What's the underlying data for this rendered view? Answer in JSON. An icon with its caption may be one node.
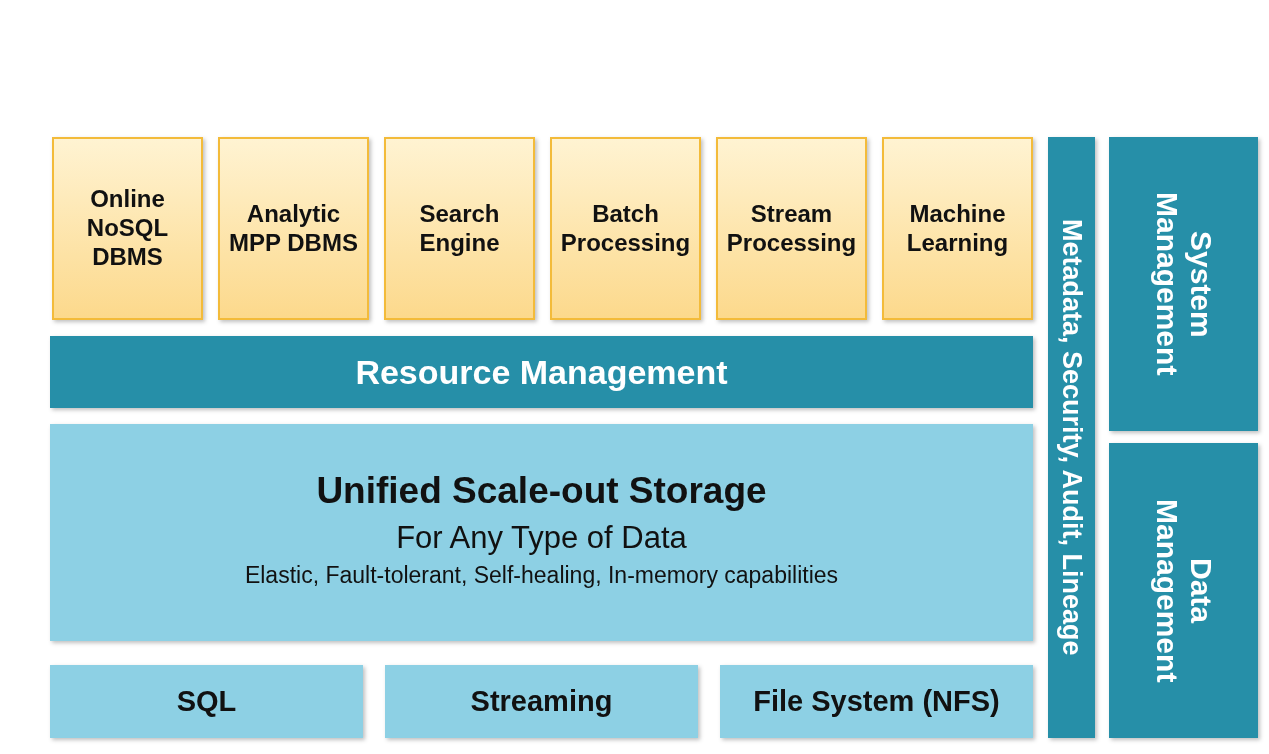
{
  "diagram": {
    "nodes": [
      {
        "text": [
          "Online NoSQL DBMS"
        ]
      },
      {
        "text": [
          "Analytic MPP DBMS"
        ]
      },
      {
        "text": [
          "Search Engine"
        ]
      },
      {
        "text": [
          "Batch Processing"
        ]
      },
      {
        "text": [
          "Stream Processing"
        ]
      },
      {
        "text": [
          "Machine Learning"
        ]
      },
      {
        "text": [
          "Resource Management"
        ]
      },
      {
        "text": [
          "Unified Scale-out Storage",
          "For Any Type of Data",
          "Elastic, Fault-tolerant, Self-healing, In-memory capabilities"
        ]
      },
      {
        "text": [
          "SQL"
        ]
      },
      {
        "text": [
          "Streaming"
        ]
      },
      {
        "text": [
          "File System (NFS)"
        ]
      },
      {
        "text": [
          "Metadata, Security, Audit, Lineage"
        ]
      },
      {
        "text": [
          "System Management"
        ]
      },
      {
        "text": [
          "Data Management"
        ]
      }
    ]
  }
}
